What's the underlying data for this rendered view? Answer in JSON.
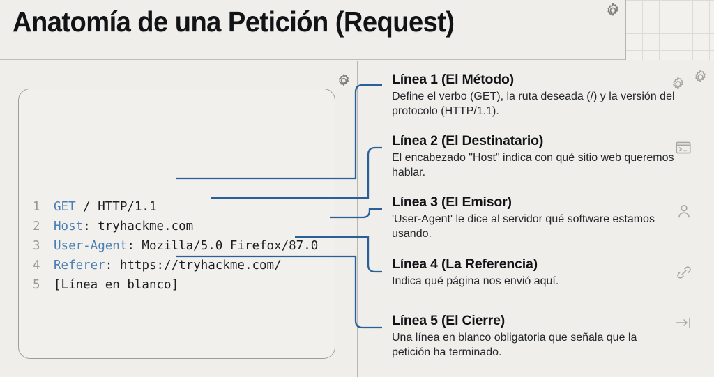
{
  "header": {
    "title": "Anatomía de una Petición (Request)",
    "gear_icon": "gear-icon",
    "grid_icon": "component-layout-icon"
  },
  "left_panel": {
    "gear_icon": "gear-icon",
    "code": {
      "language": "http",
      "lines": [
        {
          "number": "1",
          "keyword": "GET",
          "rest": " / HTTP/1.1"
        },
        {
          "number": "2",
          "keyword": "Host",
          "rest": ": tryhackme.com"
        },
        {
          "number": "3",
          "keyword": "User-Agent",
          "rest": ": Mozilla/5.0 Firefox/87.0"
        },
        {
          "number": "4",
          "keyword": "Referer",
          "rest": ": https://tryhackme.com/"
        },
        {
          "number": "5",
          "keyword": "",
          "rest": "[Línea en blanco]"
        }
      ]
    }
  },
  "right_panel": {
    "items": [
      {
        "title": "Línea 1 (El Método)",
        "desc": "Define el verbo (GET), la ruta deseada (/) y la versión del protocolo (HTTP/1.1).",
        "icon": "gear-icon"
      },
      {
        "title": "Línea 2 (El Destinatario)",
        "desc": "El encabezado \"Host\" indica con qué sitio web queremos hablar.",
        "icon": "terminal-icon"
      },
      {
        "title": "Línea 3 (El Emisor)",
        "desc": "'User-Agent' le dice al servidor qué software estamos usando.",
        "icon": "person-icon"
      },
      {
        "title": "Línea 4 (La Referencia)",
        "desc": "Indica qué página nos envió aquí.",
        "icon": "link-icon"
      },
      {
        "title": "Línea 5 (El Cierre)",
        "desc": "Una línea en blanco obligatoria que señala que la petición ha terminado.",
        "icon": "arrow-to-line-icon"
      }
    ]
  },
  "colors": {
    "background": "#eeeeea",
    "panel": "#efeeea",
    "code_keyword": "#4a7fb5",
    "code_text": "#1c1e22",
    "line_number": "#9a9a94",
    "connector": "#2a6099",
    "title": "#111316",
    "icon": "#7d7d76"
  }
}
